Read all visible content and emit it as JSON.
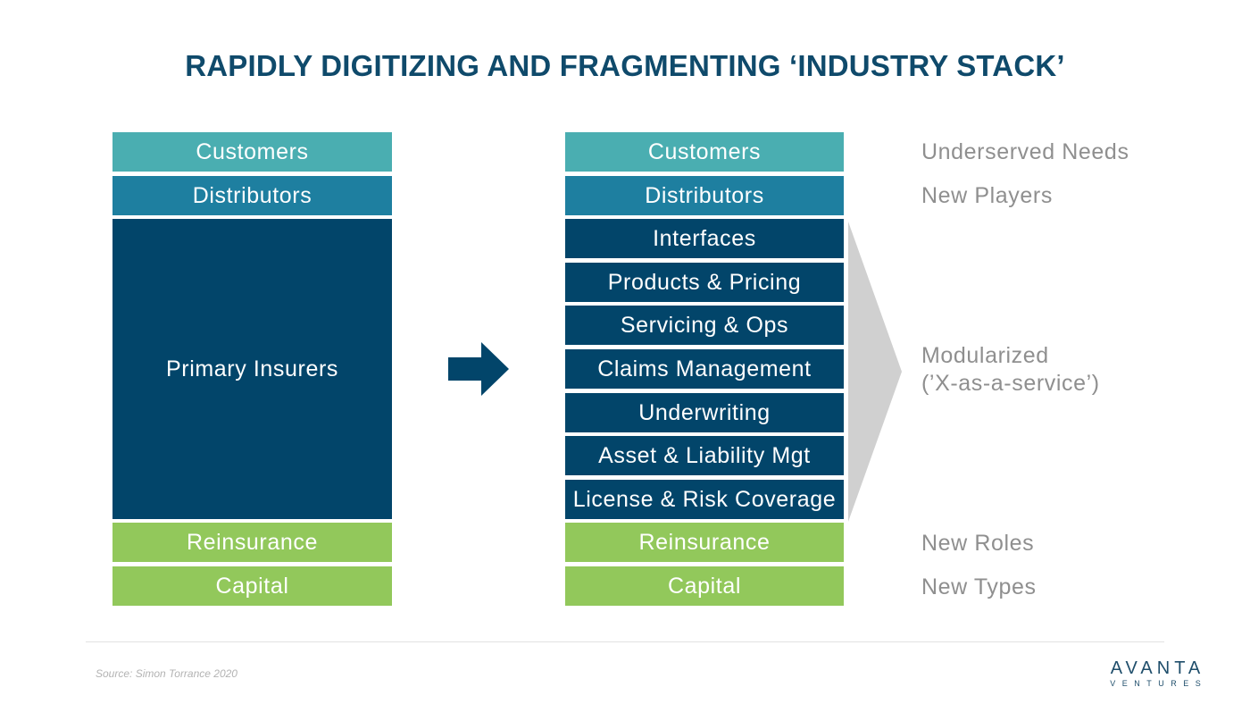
{
  "title": "RAPIDLY DIGITIZING AND FRAGMENTING ‘INDUSTRY STACK’",
  "colors": {
    "title": "#0f4a6b",
    "customers": "#4aaeb1",
    "distributors": "#1e7fa0",
    "core": "#02456a",
    "green": "#92c85b",
    "label": "#8f8f8f",
    "chevron": "#d0d0d0",
    "rule": "#e2e2e2",
    "source": "#b3b3b3",
    "logo": "#1f4e6b"
  },
  "left_stack": {
    "customers": "Customers",
    "distributors": "Distributors",
    "primary": "Primary Insurers",
    "reinsurance": "Reinsurance",
    "capital": "Capital"
  },
  "right_stack": {
    "customers": "Customers",
    "distributors": "Distributors",
    "modules": [
      "Interfaces",
      "Products & Pricing",
      "Servicing & Ops",
      "Claims Management",
      "Underwriting",
      "Asset & Liability Mgt",
      "License & Risk Coverage"
    ],
    "reinsurance": "Reinsurance",
    "capital": "Capital"
  },
  "side_labels": {
    "customers": "Underserved Needs",
    "distributors": "New Players",
    "modular_line1": "Modularized",
    "modular_line2": "(’X-as-a-service’)",
    "reinsurance": "New Roles",
    "capital": "New Types"
  },
  "icons": {
    "transition": "right-arrow-icon",
    "group": "chevron-bracket-icon"
  },
  "footer": {
    "source": "Source: Simon Torrance 2020",
    "logo_top": "AVANTA",
    "logo_bottom": "VENTURES"
  }
}
